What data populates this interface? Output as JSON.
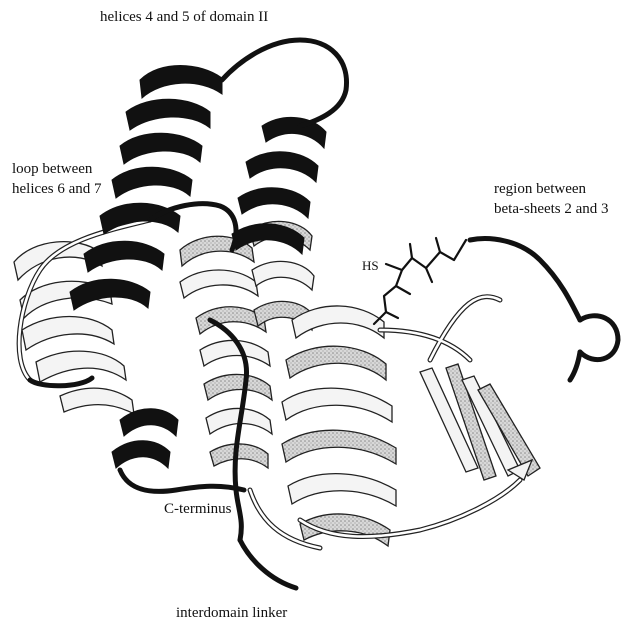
{
  "labels": {
    "helices_4_5": "helices 4 and 5 of domain II",
    "loop_line1": "loop between",
    "loop_line2": "helices 6 and 7",
    "region_line1": "region between",
    "region_line2": "beta-sheets 2 and 3",
    "hs_group": "HS",
    "c_terminus": "C-terminus",
    "linker": "interdomain linker"
  },
  "colors": {
    "background": "#ffffff",
    "dark_ribbon": "#111111",
    "light_ribbon": "#f2f2f2",
    "shade_ribbon": "#9a9a9a",
    "outline": "#222222"
  }
}
